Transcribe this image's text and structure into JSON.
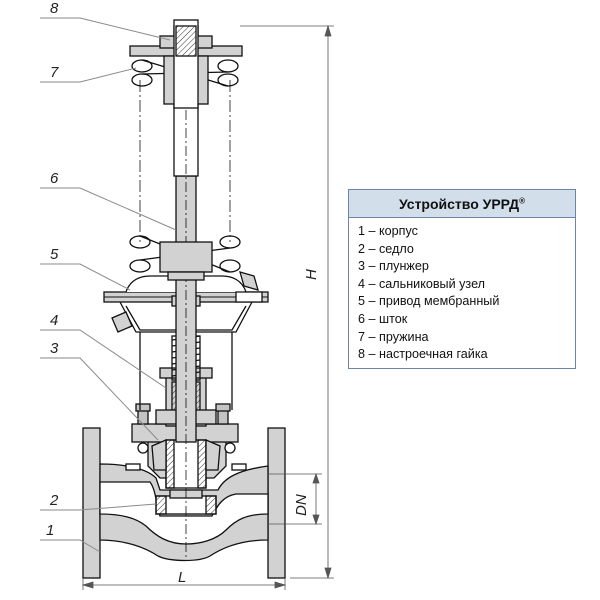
{
  "callouts": [
    "8",
    "7",
    "6",
    "5",
    "4",
    "3",
    "2",
    "1"
  ],
  "dimensions": {
    "height": "H",
    "nominal_diameter": "DN",
    "length": "L"
  },
  "legend": {
    "title": "Устройство УРРД",
    "title_mark": "®",
    "items": [
      "1 – корпус",
      "2 – седло",
      "3 – плунжер",
      "4 – сальниковый узел",
      "5 – привод мембранный",
      "6 – шток",
      "7 – пружина",
      "8 – настроечная гайка"
    ]
  },
  "colors": {
    "body_fill": "#d2d2d2",
    "outline": "#111111",
    "legend_header": "#d3deeb",
    "legend_border": "#6b86a8"
  }
}
